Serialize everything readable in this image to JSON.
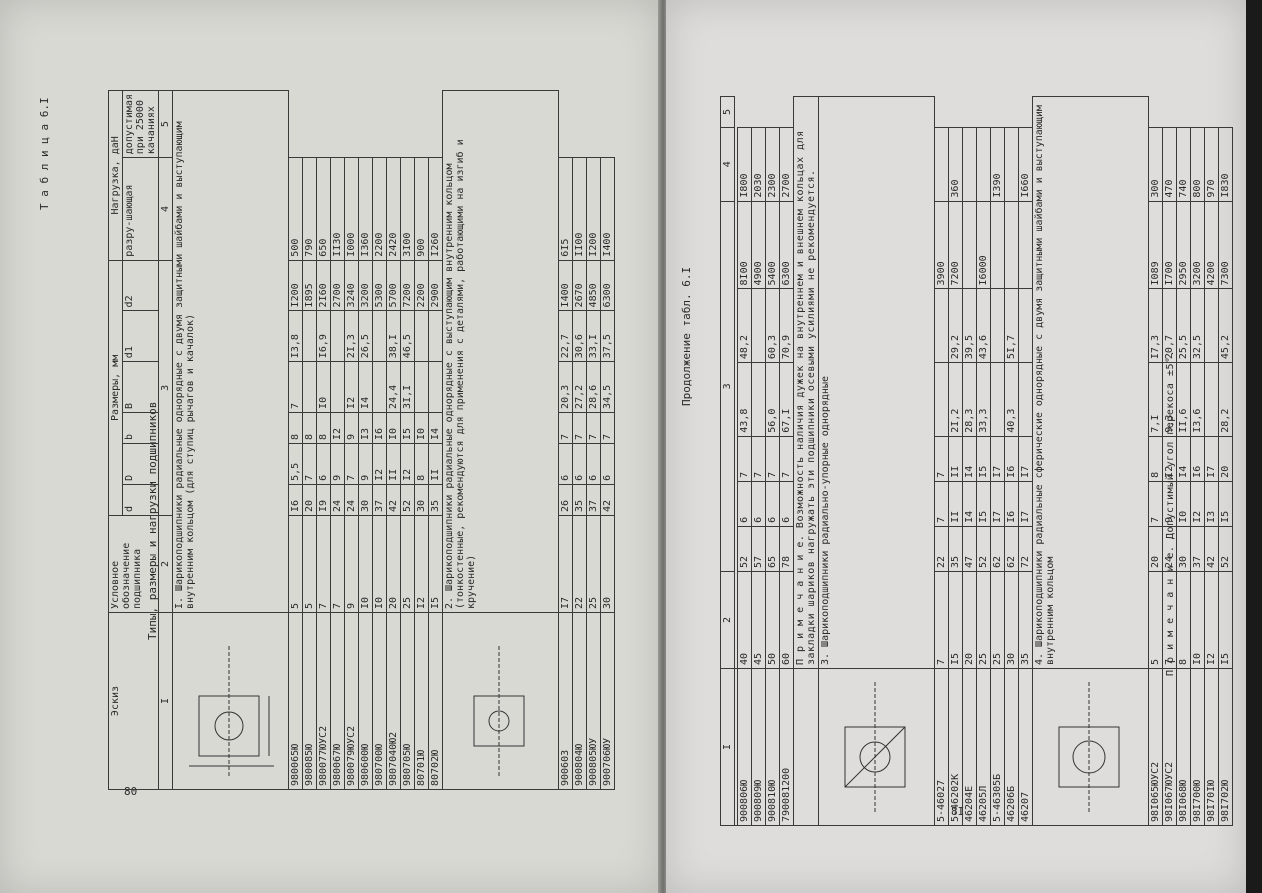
{
  "left": {
    "page_number": "80",
    "caption": "Типы, размеры и нагрузки подшипников",
    "table_label": "Т а б л и ц а  6.I",
    "headers": {
      "sketch": "Эскиз",
      "designation": "Условное обозначение подшипника",
      "sizes": "Размеры, мм",
      "load": "Нагрузка, даН",
      "load_break": "разру-шающая",
      "load_allow": "допустимая при 25000 качаниях",
      "sym": [
        "d",
        "D",
        "b",
        "B",
        "d1",
        "d2"
      ],
      "cols": [
        "I",
        "2",
        "3",
        "4",
        "5"
      ]
    },
    "section1": "I. Шарикоподшипники радиальные однорядные с двумя защитными шайбами и выступающим внутренним кольцом (для ступиц рычагов и качалок)",
    "rows1": [
      [
        "980065Ю",
        "5",
        "I6",
        "5,5",
        "8",
        "7",
        "I3,8",
        "I200",
        "500"
      ],
      [
        "980085Ю",
        "5",
        "20",
        "7",
        "8",
        "",
        "",
        "I895",
        "790"
      ],
      [
        "980077ЮУС2",
        "7",
        "I9",
        "6",
        "8",
        "I0",
        "I6,9",
        "2I60",
        "650"
      ],
      [
        "980067Ю",
        "7",
        "24",
        "9",
        "I2",
        "",
        "",
        "2700",
        "II30"
      ],
      [
        "980079ЮУС2",
        "9",
        "24",
        "7",
        "9",
        "I2",
        "2I,3",
        "3240",
        "I000"
      ],
      [
        "980600Ю",
        "I0",
        "30",
        "9",
        "I3",
        "I4",
        "26,5",
        "3200",
        "I360"
      ],
      [
        "980700Ю",
        "I0",
        "37",
        "I2",
        "I6",
        "",
        "",
        "5300",
        "2200"
      ],
      [
        "9807040Ю2",
        "20",
        "42",
        "II",
        "I0",
        "24,4",
        "38,I",
        "5700",
        "2420"
      ],
      [
        "980705Ю",
        "25",
        "52",
        "I2",
        "I5",
        "3I,I",
        "46,5",
        "7200",
        "3I00"
      ],
      [
        "80701Ю",
        "I2",
        "30",
        "8",
        "I0",
        "",
        "",
        "2200",
        "900"
      ],
      [
        "80702Ю",
        "I5",
        "35",
        "II",
        "I4",
        "",
        "",
        "2900",
        "I260"
      ]
    ],
    "section2": "2. Шарикоподшипники радиальные однорядные с выступающим внутренним кольцом (тонкостенные, рекомендуются для применения с деталями, работающими на изгиб и кручение)",
    "rows2": [
      [
        "900603",
        "I7",
        "26",
        "6",
        "7",
        "20,3",
        "22,7",
        "I400",
        "6I5"
      ],
      [
        "900804Ю",
        "22",
        "35",
        "6",
        "7",
        "27,2",
        "30,6",
        "2670",
        "II00"
      ],
      [
        "900805ЮУ",
        "25",
        "37",
        "6",
        "7",
        "28,6",
        "33,I",
        "4850",
        "I200"
      ],
      [
        "900706ЮУ",
        "30",
        "42",
        "6",
        "7",
        "34,5",
        "37,5",
        "6300",
        "I400"
      ]
    ]
  },
  "right": {
    "page_number": "8I",
    "continuation": "Продолжение табл. 6.I",
    "cols": [
      "I",
      "2",
      "3",
      "4",
      "5"
    ],
    "rows0": [
      [
        "900806Ю",
        "40",
        "52",
        "6",
        "7",
        "43,8",
        "48,2",
        "8I00",
        "I800"
      ],
      [
        "900809Ю",
        "45",
        "57",
        "6",
        "7",
        "",
        "",
        "4900",
        "2030"
      ],
      [
        "900810Ю",
        "50",
        "65",
        "6",
        "7",
        "56,0",
        "60,3",
        "5400",
        "2300"
      ],
      [
        "790081200",
        "60",
        "78",
        "6",
        "7",
        "67,I",
        "70,9",
        "6300",
        "2700"
      ]
    ],
    "note1": "П р и м е ч а н и е. Возможность наличия дужек на внутреннем и внешнем кольцах для закладки шариков нагружать эти подшипники осевыми усилиями не рекомендуется.",
    "section3": "3. Шарикоподшипники радиально-упорные однорядные",
    "rows3": [
      [
        "5-46027",
        "7",
        "22",
        "7",
        "7",
        "",
        "",
        "3900",
        ""
      ],
      [
        "5-46202К",
        "I5",
        "35",
        "II",
        "II",
        "2I,2",
        "29,2",
        "7200",
        "360"
      ],
      [
        "46204Е",
        "20",
        "47",
        "I4",
        "I4",
        "28,3",
        "39,5",
        "",
        ""
      ],
      [
        "46205Л",
        "25",
        "52",
        "I5",
        "I5",
        "33,3",
        "43,6",
        "I6000",
        ""
      ],
      [
        "5-46305Б",
        "25",
        "62",
        "I7",
        "I7",
        "",
        "",
        "",
        "I390"
      ],
      [
        "46206Б",
        "30",
        "62",
        "I6",
        "I6",
        "40,3",
        "5I,7",
        "",
        ""
      ],
      [
        "46207",
        "35",
        "72",
        "I7",
        "I7",
        "",
        "",
        "",
        "I660"
      ]
    ],
    "section4": "4. Шарикоподшипники радиальные сферические однорядные с двумя защитными шайбами и выступающим внутренним кольцом",
    "rows4": [
      [
        "98I065ЮУС2",
        "5",
        "20",
        "7",
        "8",
        "7,I",
        "I7,3",
        "I089",
        "300"
      ],
      [
        "98I067ЮУС2",
        "7",
        "24",
        "9",
        "I2",
        "9,3",
        "20,7",
        "I700",
        "470"
      ],
      [
        "98I068Ю",
        "8",
        "30",
        "I0",
        "I4",
        "II,6",
        "25,5",
        "2950",
        "740"
      ],
      [
        "98I700Ю",
        "I0",
        "37",
        "I2",
        "I6",
        "I3,6",
        "32,5",
        "3200",
        "800"
      ],
      [
        "98I70IЮ",
        "I2",
        "42",
        "I3",
        "I7",
        "",
        "",
        "4200",
        "970"
      ],
      [
        "98I702Ю",
        "I5",
        "52",
        "I5",
        "20",
        "28,2",
        "45,2",
        "7300",
        "I830"
      ]
    ],
    "note2": "П р и м е ч а н и е. Допустимый угол перекоса ±5°."
  }
}
